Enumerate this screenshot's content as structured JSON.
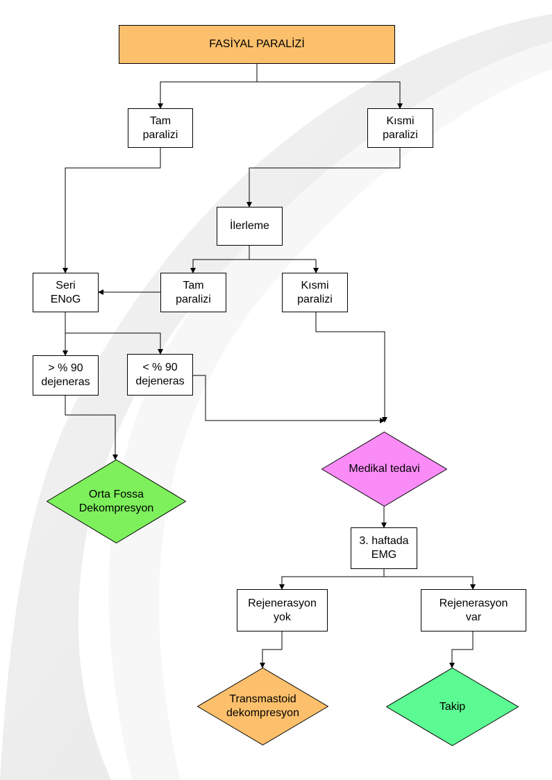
{
  "colors": {
    "title_fill": "#fcc06c",
    "green": "#7df05c",
    "magenta": "#f98cf7",
    "orange": "#fcc06c",
    "mint": "#5cfa92"
  },
  "nodes": {
    "title": "FASİYAL PARALİZİ",
    "tam_1": "Tam\nparalizi",
    "kismi_1": "Kısmi\nparalizi",
    "ilerleme": "İlerleme",
    "seri_enog": "Seri\nENoG",
    "tam_2": "Tam\nparalizi",
    "kismi_2": "Kısmi\nparalizi",
    "gt90": "> % 90\ndejeneras",
    "lt90": "< % 90\ndejeneras",
    "orta_fossa": "Orta Fossa\nDekompresyon",
    "medikal": "Medikal tedavi",
    "emg": "3. haftada\nEMG",
    "rej_yok": "Rejenerasyon\nyok",
    "rej_var": "Rejenerasyon\nvar",
    "transmastoid": "Transmastoid\ndekompresyon",
    "takip": "Takip"
  }
}
